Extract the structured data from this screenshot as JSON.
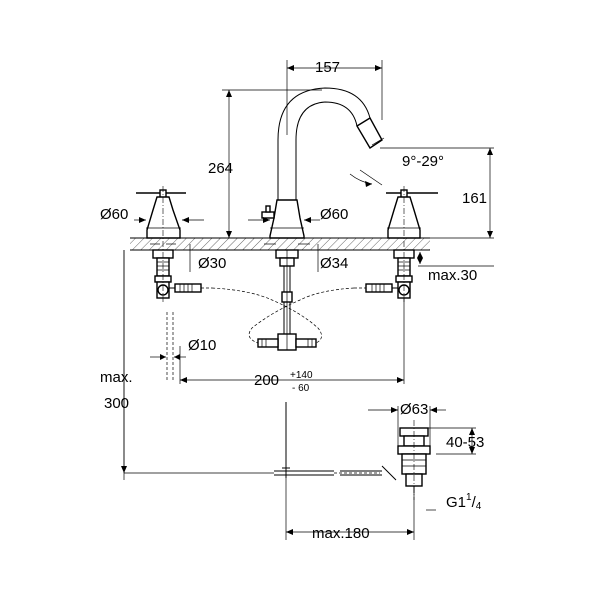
{
  "dimensions": {
    "spout_spacing": "157",
    "spout_height": "264",
    "swivel_angle": "9°-29°",
    "handle_height": "161",
    "handle_diameter": "Ø60",
    "spout_diameter": "Ø60",
    "handle_hole": "Ø30",
    "spout_hole": "Ø34",
    "max_deck": "max.30",
    "hose_diameter": "Ø10",
    "spread_value": "200",
    "spread_tol_plus": "+140",
    "spread_tol_minus": "- 60",
    "max_label": "max.",
    "max_depth": "300",
    "waste_diameter": "Ø63",
    "waste_range": "40-53",
    "thread_prefix": "G1",
    "thread_num": "1",
    "thread_den": "4",
    "waste_reach": "max.180"
  }
}
